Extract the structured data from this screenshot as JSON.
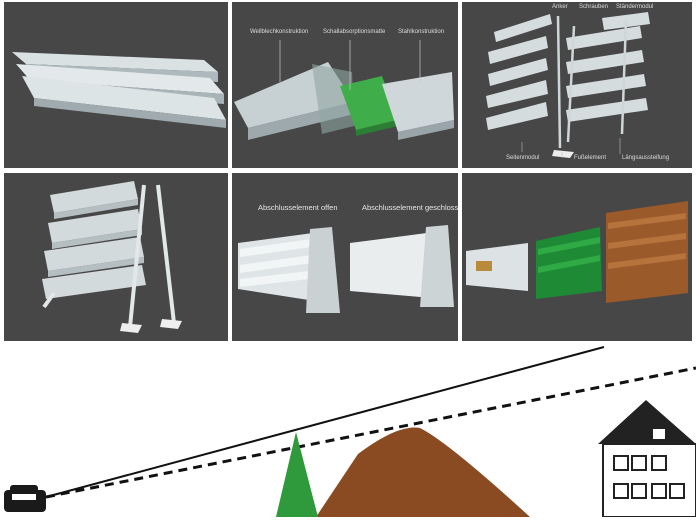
{
  "panels": {
    "p1": {
      "name": "sound-barrier-wall-strips"
    },
    "p2": {
      "labels": {
        "wellblech": "Wellblechkonstruktion",
        "schallabsorption": "Schallabsorptionsmatte",
        "stahl": "Stahlkonstruktion"
      }
    },
    "p3": {
      "labels": {
        "anker": "Anker",
        "schrauben": "Schrauben",
        "staender": "Ständermodul",
        "seitenmodul": "Seitenmodul",
        "fusselement": "Fußelement",
        "laengs": "Längsaussteifung"
      }
    },
    "p4": {
      "name": "assembled-barrier-module"
    },
    "p5": {
      "labels": {
        "offen": "Abschlusselement offen",
        "geschlossen": "Abschlusselement geschlossen"
      }
    },
    "p6": {
      "name": "colored-barrier-variants"
    }
  },
  "colors": {
    "panel_bg": "#474747",
    "metal": "#c9d2d6",
    "metal_light": "#eef2f3",
    "green_mat": "#3fae4a",
    "green_variant": "#1f8a35",
    "brown_variant": "#9b5a2a",
    "earth_mound": "#8a4a22",
    "hedge": "#2f9a3c"
  }
}
